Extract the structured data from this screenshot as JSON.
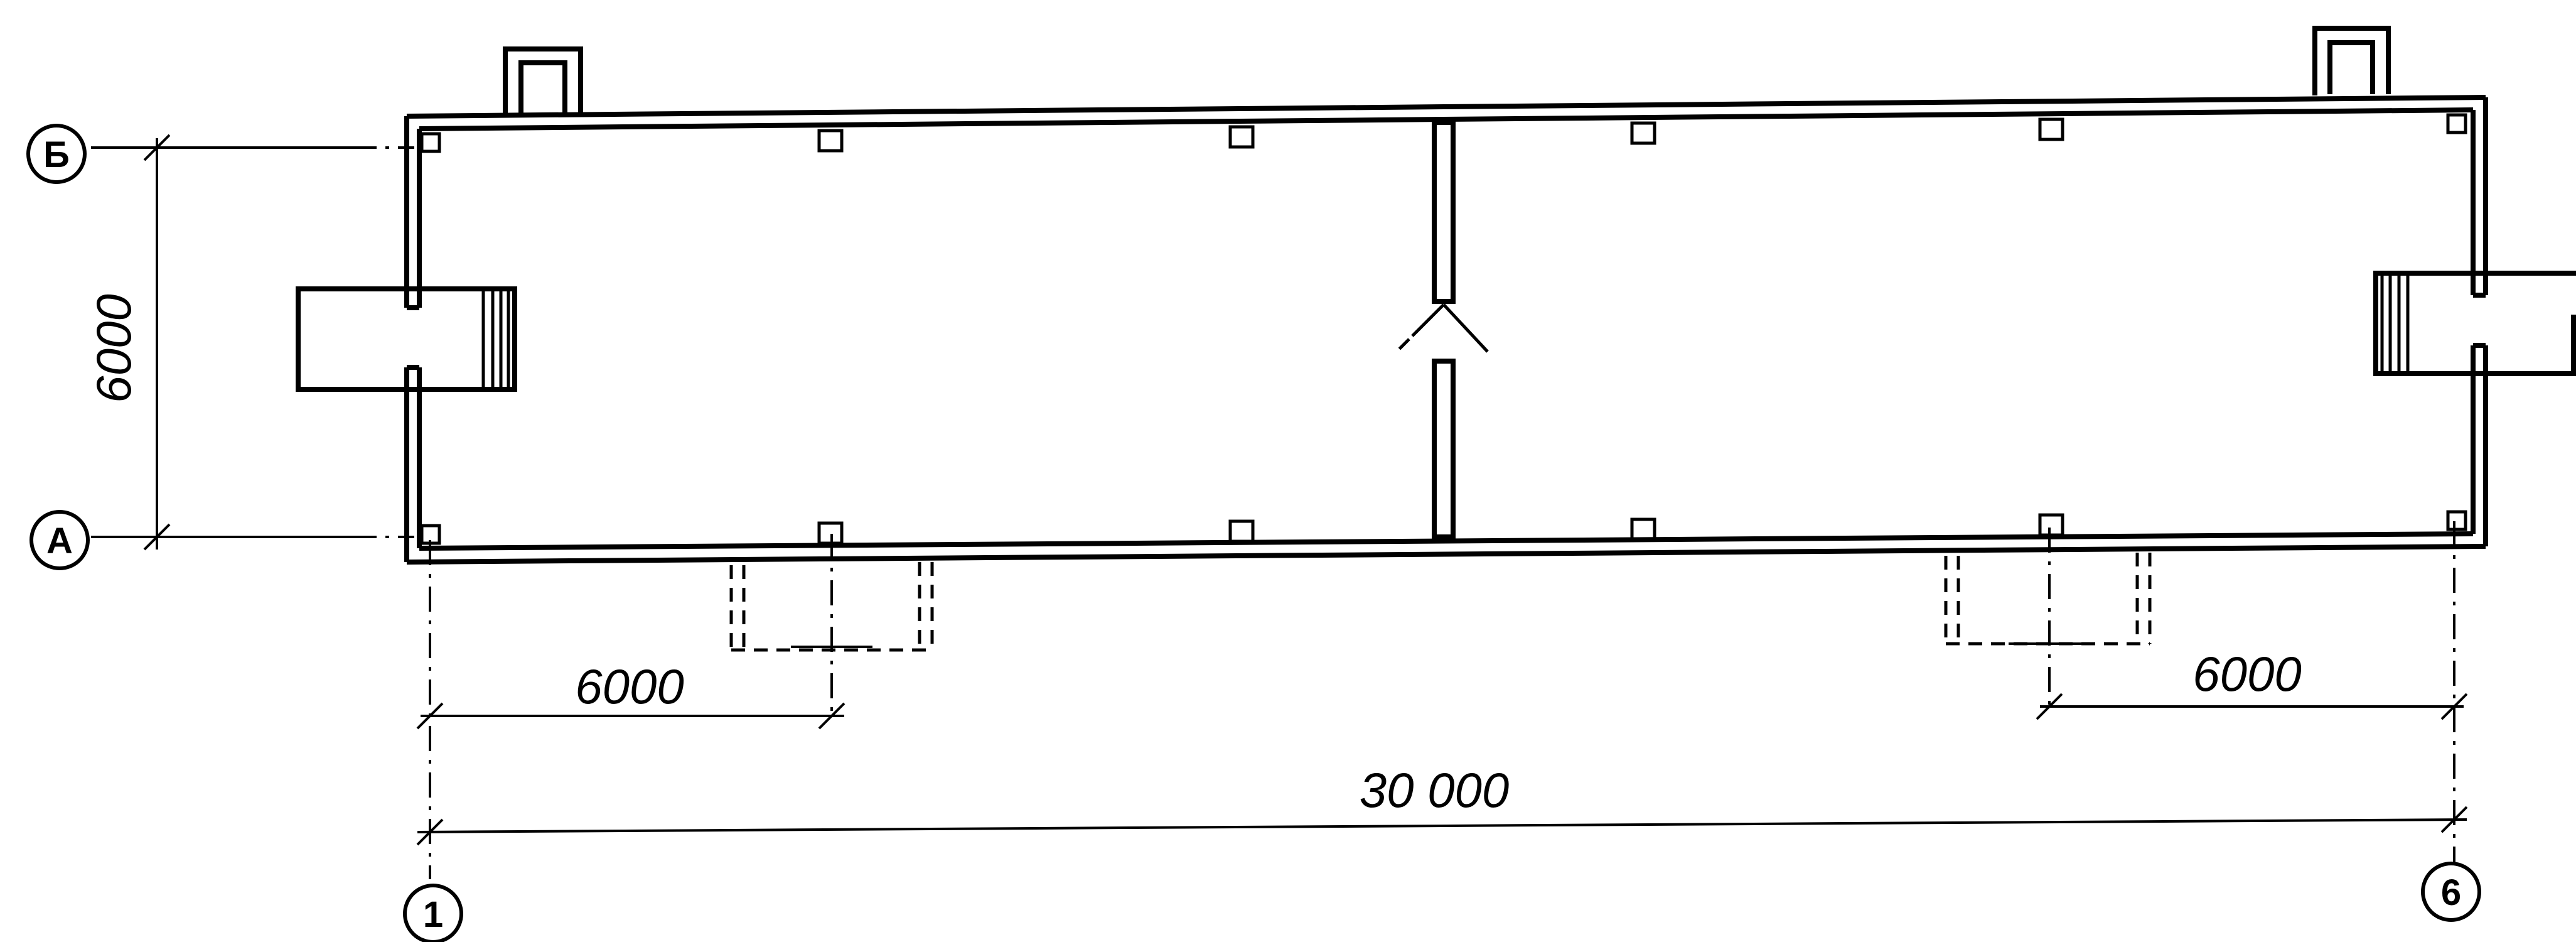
{
  "axes": {
    "row_top": "Б",
    "row_bottom": "А",
    "col_left": "1",
    "col_right": "6"
  },
  "dimensions": {
    "depth": "6000",
    "bay_left": "6000",
    "bay_right": "6000",
    "overall": "30 000"
  }
}
